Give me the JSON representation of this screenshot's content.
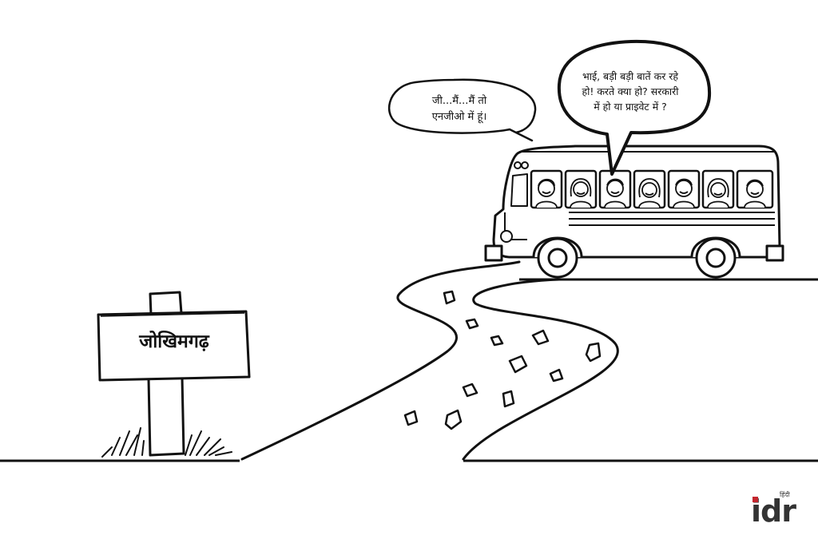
{
  "sign": {
    "text": "जोखिमगढ़"
  },
  "bubbles": {
    "small": [
      "जी...मैं...मैं तो",
      "एनजीओ में हूं।"
    ],
    "big": [
      "भाई, बड़ी बड़ी बातें कर रहे",
      "हो! करते क्या हो? सरकारी",
      "में हो या प्राइवेट में ?"
    ]
  },
  "logo": {
    "text": "idr",
    "sub": "हिंदी"
  }
}
